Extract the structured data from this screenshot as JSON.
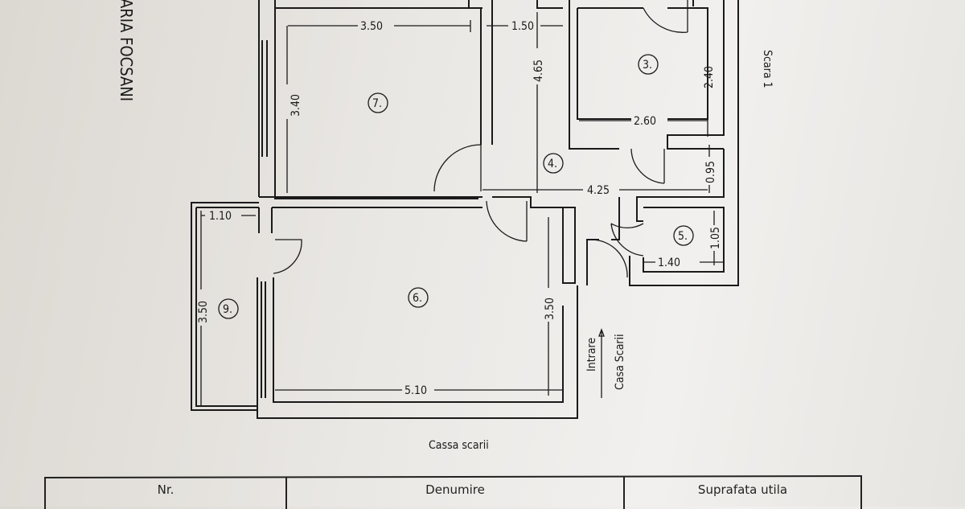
{
  "brand_vertical": "ARIA FOCSANI",
  "rooms": [
    {
      "id": "7.",
      "width": "3.50",
      "height": "3.40"
    },
    {
      "id": "3.",
      "width": "2.60",
      "height": "2.40"
    },
    {
      "id": "4.",
      "width": "1.50",
      "height": "4.65",
      "extra": "4.25",
      "extra2": "0.95"
    },
    {
      "id": "5.",
      "width": "1.40",
      "height": "1.05"
    },
    {
      "id": "6.",
      "width": "5.10",
      "height": "3.50"
    },
    {
      "id": "9.",
      "width": "1.10",
      "height": "3.50"
    }
  ],
  "labels": {
    "entrance": "Intrare",
    "stairwell": "Casa Scarii",
    "stair": "Scara 1",
    "below": "Cassa scarii"
  },
  "table": {
    "headers": [
      "Nr.",
      "Denumire",
      "Suprafata utila"
    ]
  }
}
